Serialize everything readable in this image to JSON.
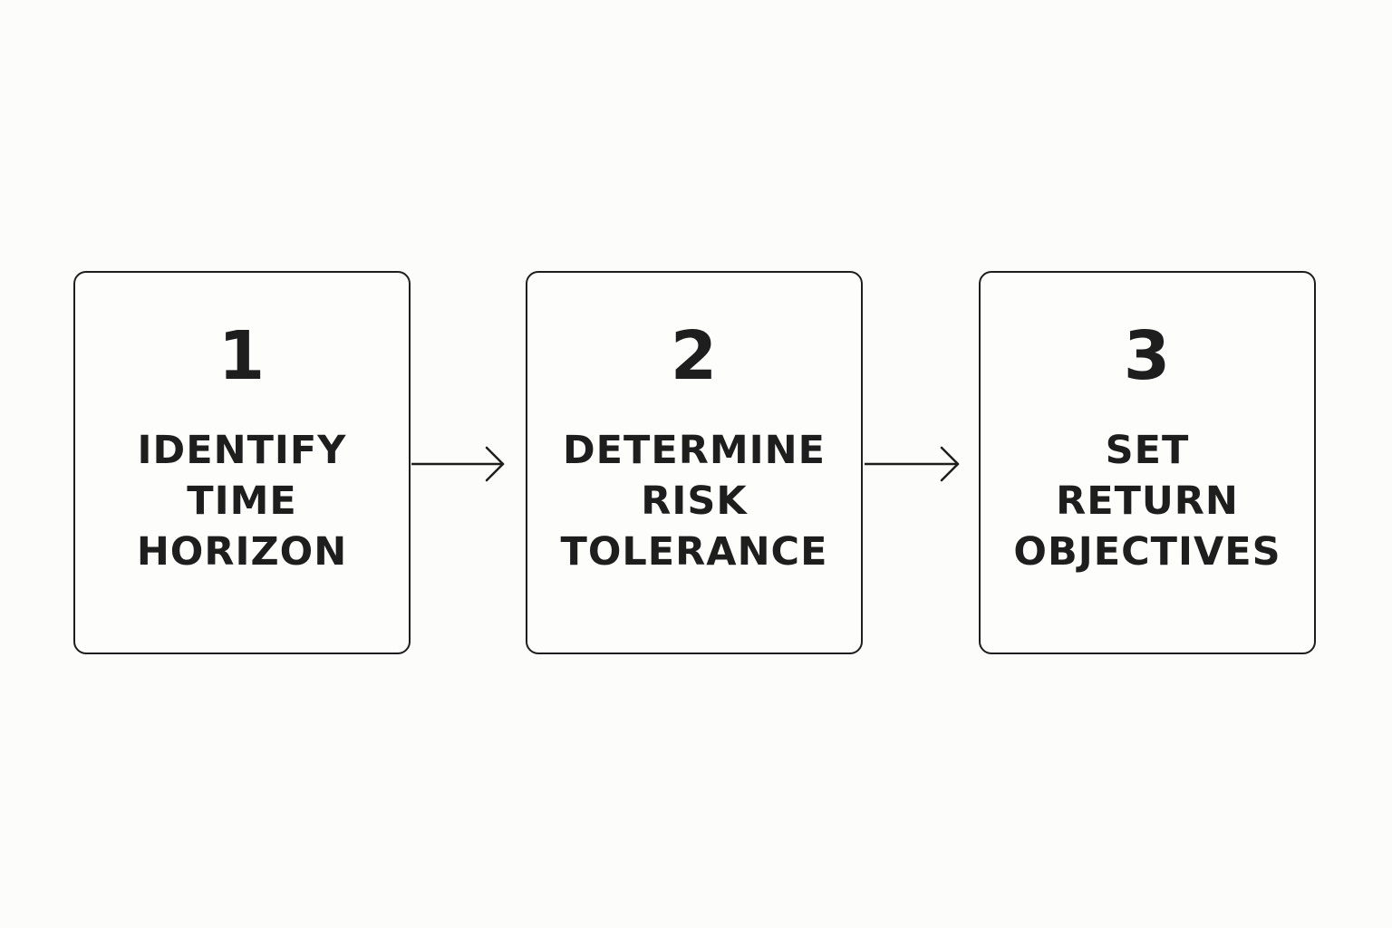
{
  "colors": {
    "background": "#fcfcfa",
    "stroke": "#1e1e1e",
    "text": "#1e1e1e"
  },
  "steps": [
    {
      "number": "1",
      "lines": [
        "IDENTIFY",
        "TIME",
        "HORIZON"
      ]
    },
    {
      "number": "2",
      "lines": [
        "DETERMINE",
        "RISK",
        "TOLERANCE"
      ]
    },
    {
      "number": "3",
      "lines": [
        "SET",
        "RETURN",
        "OBJECTIVES"
      ]
    }
  ],
  "connectors": [
    {
      "from": "1",
      "to": "2",
      "icon": "arrow-right-icon"
    },
    {
      "from": "2",
      "to": "3",
      "icon": "arrow-right-icon"
    }
  ]
}
